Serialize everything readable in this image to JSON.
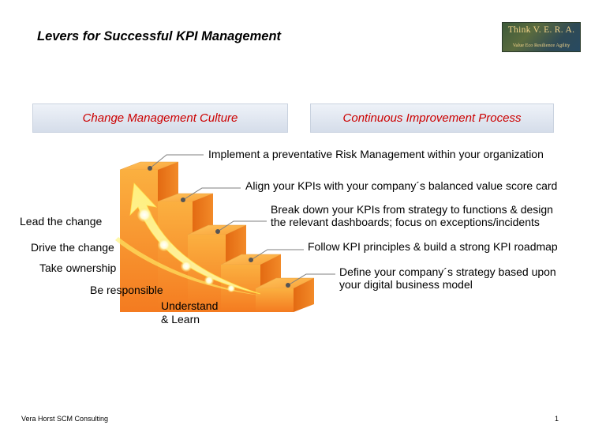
{
  "title": "Levers for Successful KPI Management",
  "logo": {
    "line1": "Think V. E. R. A.",
    "line2": "Value Eco Resilience Agility"
  },
  "bands": {
    "left": "Change Management Culture",
    "right": "Continuous Improvement Process"
  },
  "culture_labels": [
    "Lead the change",
    "Drive the change",
    "Take ownership",
    "Be responsible",
    "Understand",
    "& Learn"
  ],
  "steps": [
    "Implement a preventative Risk Management within your organization",
    "Align your KPIs with your company´s balanced value score card",
    "Break down your KPIs from strategy to functions & design",
    "the relevant dashboards; focus on exceptions/incidents",
    "Follow KPI principles & build a strong KPI roadmap",
    "Define your company´s strategy based upon",
    "your digital business model"
  ],
  "footer": {
    "left": "Vera Horst SCM Consulting",
    "page": "1"
  },
  "colors": {
    "band_text": "#cc0000",
    "stair_front": "#f7941d",
    "stair_top": "#fbb040",
    "arrow": "#fff36b"
  }
}
